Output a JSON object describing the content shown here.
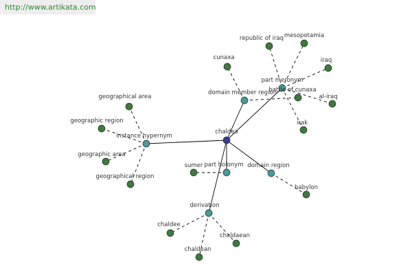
{
  "source_link": "http://www.artikata.com",
  "colors": {
    "center": "#3a3a8a",
    "relation": "#4a9a9a",
    "leaf": "#3d7a3d",
    "edge": "#000000"
  },
  "graph": {
    "center": {
      "id": "chaldea",
      "label": "chaldea"
    },
    "relations": [
      {
        "id": "instance_hypernym",
        "label": "instance hypernym"
      },
      {
        "id": "domain_member_region",
        "label": "domain member region"
      },
      {
        "id": "part_meronym",
        "label": "part meronym"
      },
      {
        "id": "part_holonym",
        "label": "part holonym"
      },
      {
        "id": "domain_region",
        "label": "domain region"
      },
      {
        "id": "derivation",
        "label": "derivation"
      }
    ],
    "leaves": [
      {
        "id": "geographical_area",
        "label": "geographical area",
        "relation": "instance_hypernym"
      },
      {
        "id": "geographic_region",
        "label": "geographic region",
        "relation": "instance_hypernym"
      },
      {
        "id": "geographic_area",
        "label": "geographic area",
        "relation": "instance_hypernym"
      },
      {
        "id": "geographical_region",
        "label": "geographical region",
        "relation": "instance_hypernym"
      },
      {
        "id": "cunaxa",
        "label": "cunaxa",
        "relation": "domain_member_region"
      },
      {
        "id": "battle_of_cunaxa",
        "label": "battle of cunaxa",
        "relation": "domain_member_region"
      },
      {
        "id": "republic_of_iraq",
        "label": "republic of iraq",
        "relation": "part_meronym"
      },
      {
        "id": "mesopotamia",
        "label": "mesopotamia",
        "relation": "part_meronym"
      },
      {
        "id": "iraq",
        "label": "iraq",
        "relation": "part_meronym"
      },
      {
        "id": "al_iraq",
        "label": "al-iraq",
        "relation": "part_meronym"
      },
      {
        "id": "irak",
        "label": "irak",
        "relation": "part_meronym"
      },
      {
        "id": "sumer",
        "label": "sumer",
        "relation": "part_holonym"
      },
      {
        "id": "babylon",
        "label": "babylon",
        "relation": "domain_region"
      },
      {
        "id": "chaldee",
        "label": "chaldee",
        "relation": "derivation"
      },
      {
        "id": "chaldean",
        "label": "chaldean",
        "relation": "derivation"
      },
      {
        "id": "chaldaean",
        "label": "chaldaean",
        "relation": "derivation"
      }
    ]
  }
}
